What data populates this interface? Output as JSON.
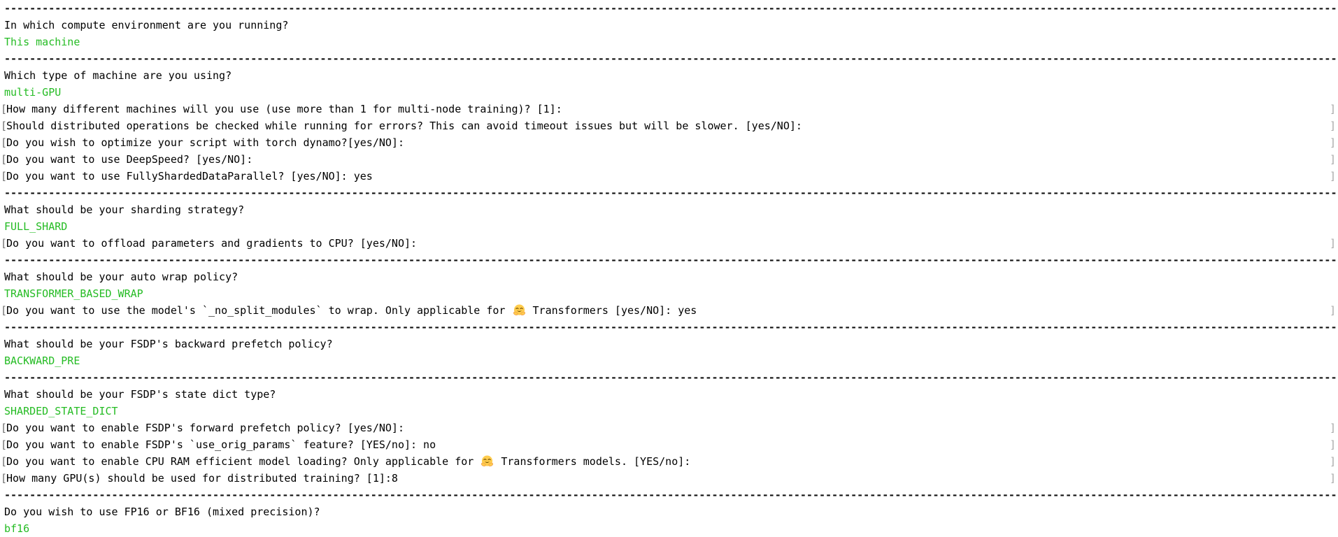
{
  "terminal": {
    "colors": {
      "background": "#ffffff",
      "text": "#000000",
      "answer_green": "#25bc24",
      "bracket_left_gray": "#6e6e6e",
      "bracket_right_gray": "#a8a8a8"
    },
    "separator": {
      "char": "-",
      "count": 211
    },
    "rows": [
      {
        "type": "separator"
      },
      {
        "type": "question",
        "text": "In which compute environment are you running?"
      },
      {
        "type": "answer",
        "text": "This machine"
      },
      {
        "type": "separator"
      },
      {
        "type": "question",
        "text": "Which type of machine are you using?"
      },
      {
        "type": "answer",
        "text": "multi-GPU"
      },
      {
        "type": "prompt",
        "text": "How many different machines will you use (use more than 1 for multi-node training)? [1]: "
      },
      {
        "type": "prompt",
        "text": "Should distributed operations be checked while running for errors? This can avoid timeout issues but will be slower. [yes/NO]: "
      },
      {
        "type": "prompt",
        "text": "Do you wish to optimize your script with torch dynamo?[yes/NO]: "
      },
      {
        "type": "prompt",
        "text": "Do you want to use DeepSpeed? [yes/NO]: "
      },
      {
        "type": "prompt",
        "text": "Do you want to use FullyShardedDataParallel? [yes/NO]: yes"
      },
      {
        "type": "separator"
      },
      {
        "type": "question",
        "text": "What should be your sharding strategy?"
      },
      {
        "type": "answer",
        "text": "FULL_SHARD"
      },
      {
        "type": "prompt",
        "text": "Do you want to offload parameters and gradients to CPU? [yes/NO]: "
      },
      {
        "type": "separator"
      },
      {
        "type": "question",
        "text": "What should be your auto wrap policy?"
      },
      {
        "type": "answer",
        "text": "TRANSFORMER_BASED_WRAP"
      },
      {
        "type": "prompt",
        "text": "Do you want to use the model's `_no_split_modules` to wrap. Only applicable for 🤗 Transformers [yes/NO]: yes"
      },
      {
        "type": "separator"
      },
      {
        "type": "question",
        "text": "What should be your FSDP's backward prefetch policy?"
      },
      {
        "type": "answer",
        "text": "BACKWARD_PRE"
      },
      {
        "type": "separator"
      },
      {
        "type": "question",
        "text": "What should be your FSDP's state dict type?"
      },
      {
        "type": "answer",
        "text": "SHARDED_STATE_DICT"
      },
      {
        "type": "prompt",
        "text": "Do you want to enable FSDP's forward prefetch policy? [yes/NO]: "
      },
      {
        "type": "prompt",
        "text": "Do you want to enable FSDP's `use_orig_params` feature? [YES/no]: no"
      },
      {
        "type": "prompt",
        "text": "Do you want to enable CPU RAM efficient model loading? Only applicable for 🤗 Transformers models. [YES/no]: "
      },
      {
        "type": "prompt",
        "text": "How many GPU(s) should be used for distributed training? [1]:8"
      },
      {
        "type": "separator"
      },
      {
        "type": "question",
        "text": "Do you wish to use FP16 or BF16 (mixed precision)?"
      },
      {
        "type": "answer",
        "text": "bf16"
      }
    ]
  }
}
